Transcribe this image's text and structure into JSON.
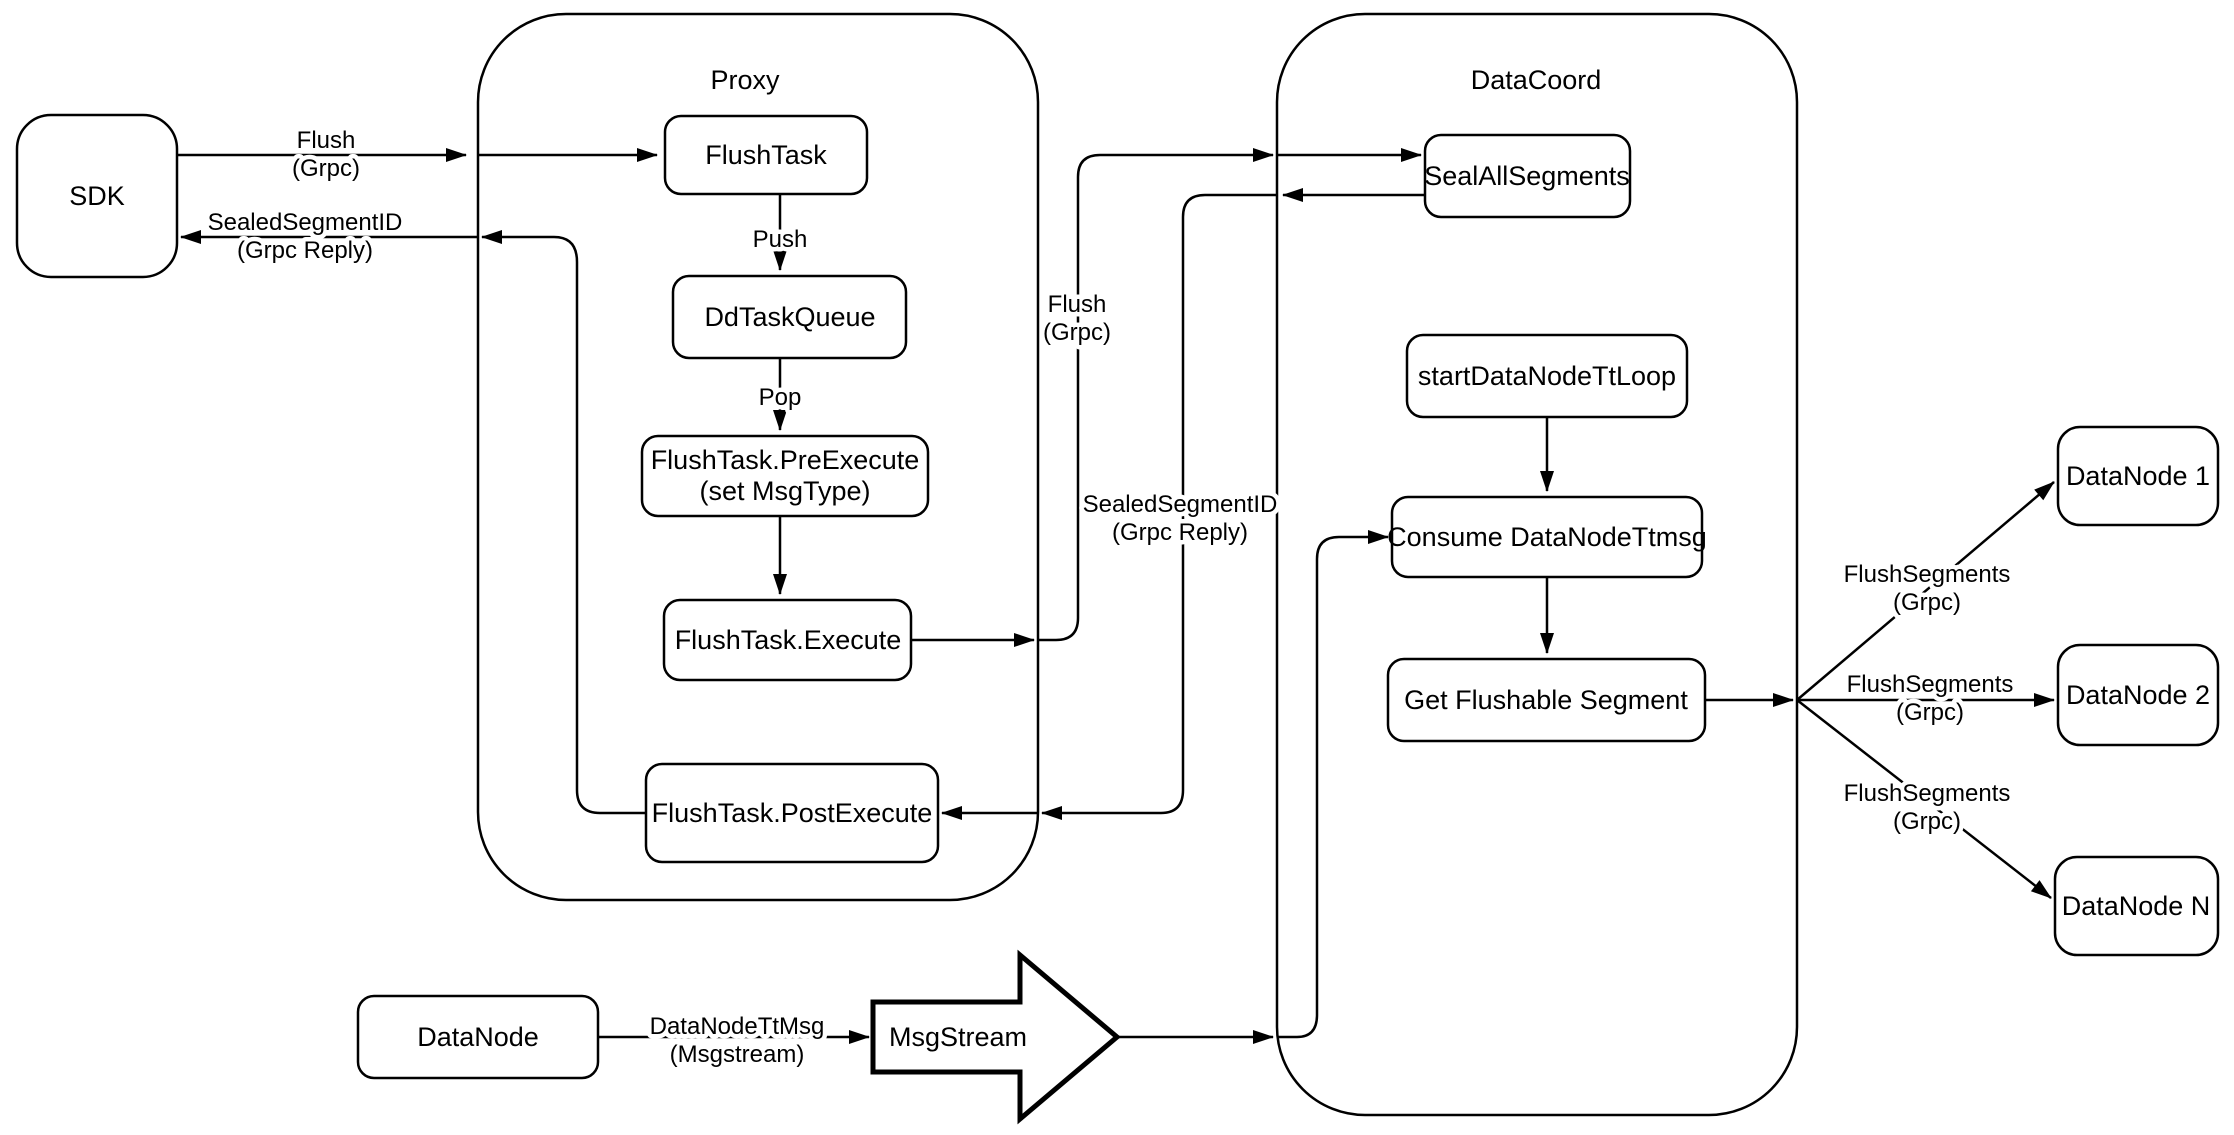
{
  "diagram": {
    "colors": {
      "ink": "#000000",
      "paper": "#ffffff"
    },
    "containers": {
      "proxy": "Proxy",
      "datacoord": "DataCoord"
    },
    "nodes": {
      "sdk": "SDK",
      "flush_task": "FlushTask",
      "dd_task_queue": "DdTaskQueue",
      "pre_execute_line1": "FlushTask.PreExecute",
      "pre_execute_line2": "(set MsgType)",
      "execute": "FlushTask.Execute",
      "post_execute": "FlushTask.PostExecute",
      "seal_all_segments": "SealAllSegments",
      "start_datanode_tt_loop": "startDataNodeTtLoop",
      "consume_datanode_ttmsg": "Consume DataNodeTtmsg",
      "get_flushable_segment": "Get Flushable Segment",
      "datanode_1": "DataNode 1",
      "datanode_2": "DataNode 2",
      "datanode_n": "DataNode N",
      "datanode": "DataNode",
      "msgstream": "MsgStream"
    },
    "edges": {
      "flush_sdk": {
        "line1": "Flush",
        "line2": "(Grpc)"
      },
      "sealed_sdk": {
        "line1": "SealedSegmentID",
        "line2": "(Grpc Reply)"
      },
      "push": "Push",
      "pop": "Pop",
      "flush_mid": {
        "line1": "Flush",
        "line2": "(Grpc)"
      },
      "sealed_mid": {
        "line1": "SealedSegmentID",
        "line2": "(Grpc Reply)"
      },
      "flush_segments_1": {
        "line1": "FlushSegments",
        "line2": "(Grpc)"
      },
      "flush_segments_2": {
        "line1": "FlushSegments",
        "line2": "(Grpc)"
      },
      "flush_segments_3": {
        "line1": "FlushSegments",
        "line2": "(Grpc)"
      },
      "datanode_tt_msg": {
        "line1": "DataNodeTtMsg",
        "line2": "(Msgstream)"
      }
    }
  }
}
